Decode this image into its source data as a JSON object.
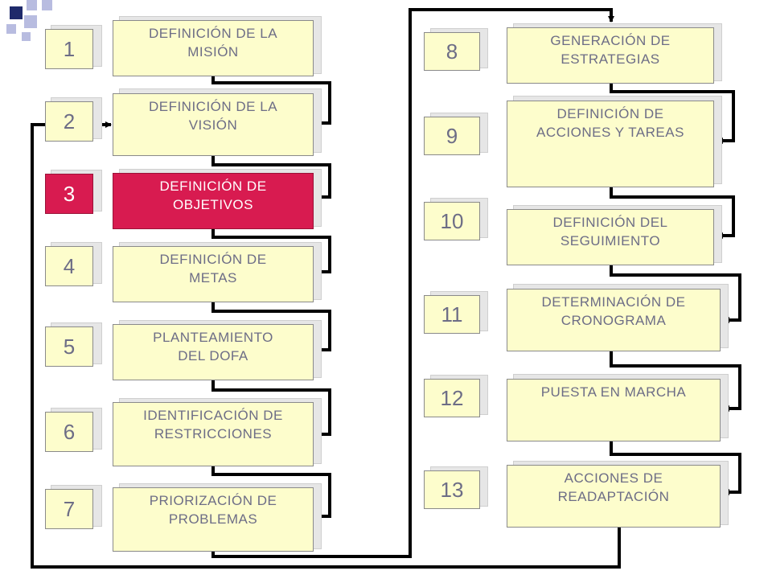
{
  "colors": {
    "highlight": "#d81b50",
    "box_fill": "#fdfdcc",
    "text": "#6d6d86",
    "corner_navy": "#1f2a6b",
    "corner_lilac": "#b8bce0"
  },
  "steps_left": [
    {
      "number": "1",
      "label": "DEFINICIÓN DE LA\nMISIÓN"
    },
    {
      "number": "2",
      "label": "DEFINICIÓN DE LA\nVISIÓN"
    },
    {
      "number": "3",
      "label": "DEFINICIÓN DE\nOBJETIVOS",
      "highlighted": true
    },
    {
      "number": "4",
      "label": "DEFINICIÓN DE\nMETAS"
    },
    {
      "number": "5",
      "label": "PLANTEAMIENTO\nDEL DOFA"
    },
    {
      "number": "6",
      "label": "IDENTIFICACIÓN DE\nRESTRICCIONES"
    },
    {
      "number": "7",
      "label": "PRIORIZACIÓN  DE\nPROBLEMAS"
    }
  ],
  "steps_right": [
    {
      "number": "8",
      "label": "GENERACIÓN DE\nESTRATEGIAS"
    },
    {
      "number": "9",
      "label": "DEFINICIÓN DE\nACCIONES Y TAREAS"
    },
    {
      "number": "10",
      "label": "DEFINICIÓN DEL\nSEGUIMIENTO"
    },
    {
      "number": "11",
      "label": "DETERMINACIÓN DE\nCRONOGRAMA"
    },
    {
      "number": "12",
      "label": "PUESTA EN MARCHA"
    },
    {
      "number": "13",
      "label": "ACCIONES DE\nREADAPTACIÓN"
    }
  ]
}
